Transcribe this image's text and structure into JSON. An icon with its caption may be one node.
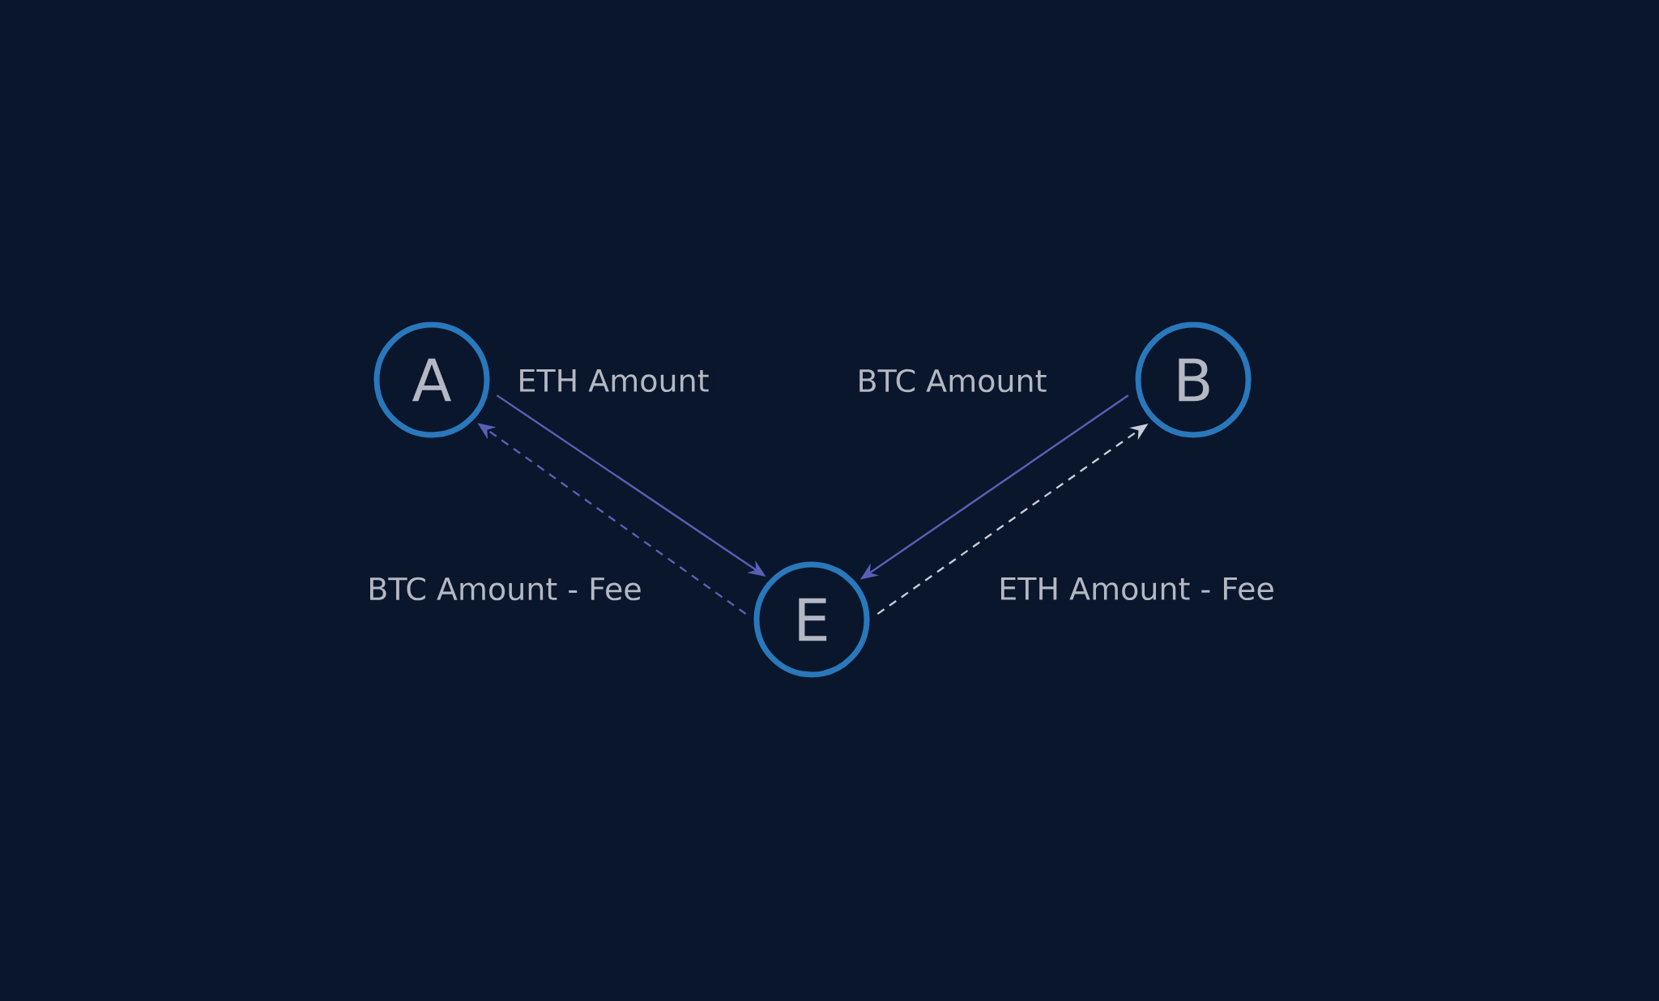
{
  "diagram": {
    "nodes": [
      {
        "text": [
          "A"
        ]
      },
      {
        "text": [
          "B"
        ]
      },
      {
        "text": [
          "E"
        ]
      }
    ],
    "edges": [
      {
        "from": 0,
        "to": 2,
        "arrow": "to",
        "label": "ETH Amount"
      },
      {
        "from": 1,
        "to": 2,
        "arrow": "to",
        "label": "BTC Amount"
      },
      {
        "from": 2,
        "to": 0,
        "arrow": "to",
        "label": "BTC Amount - Fee",
        "style": "dashed"
      },
      {
        "from": 2,
        "to": 1,
        "arrow": "to",
        "label": "ETH Amount - Fee",
        "style": "dashed",
        "color": "#c8ccd8"
      }
    ]
  }
}
